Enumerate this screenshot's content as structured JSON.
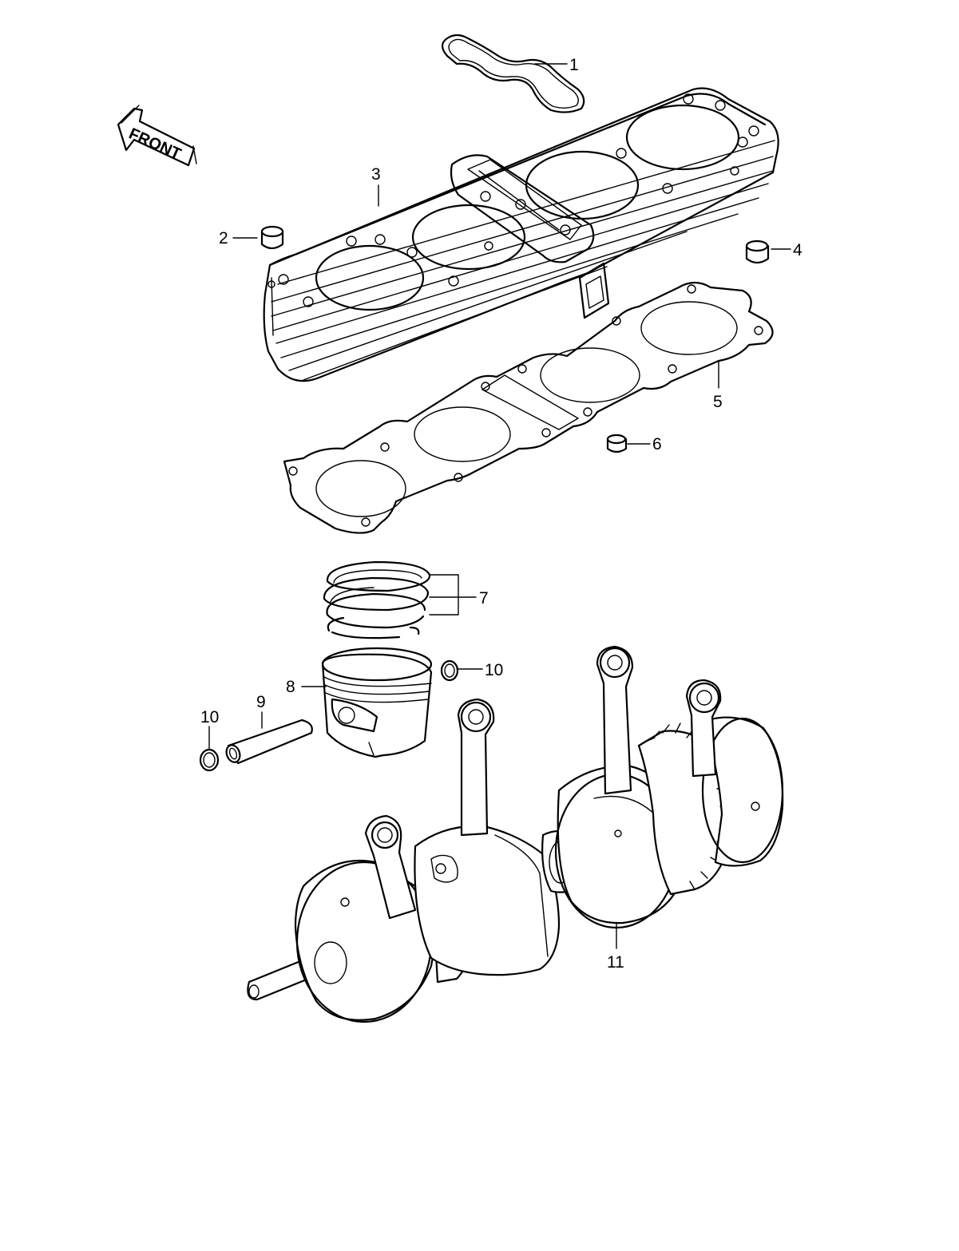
{
  "front_label": "FRONT",
  "callouts": [
    {
      "id": "c1",
      "text": "1"
    },
    {
      "id": "c2",
      "text": "2"
    },
    {
      "id": "c3",
      "text": "3"
    },
    {
      "id": "c4",
      "text": "4"
    },
    {
      "id": "c5",
      "text": "5"
    },
    {
      "id": "c6",
      "text": "6"
    },
    {
      "id": "c7",
      "text": "7"
    },
    {
      "id": "c8",
      "text": "8"
    },
    {
      "id": "c9",
      "text": "9"
    },
    {
      "id": "c10a",
      "text": "10"
    },
    {
      "id": "c10b",
      "text": "10"
    },
    {
      "id": "c11",
      "text": "11"
    }
  ]
}
